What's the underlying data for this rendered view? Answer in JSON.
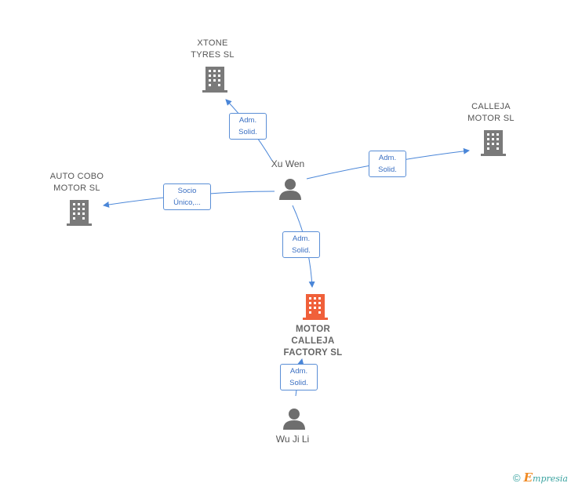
{
  "nodes": {
    "xtone": {
      "label": "XTONE\nTYRES SL"
    },
    "calleja": {
      "label": "CALLEJA\nMOTOR  SL"
    },
    "autocobo": {
      "label": "AUTO COBO\nMOTOR SL"
    },
    "main": {
      "label": "MOTOR\nCALLEJA\nFACTORY  SL"
    },
    "xuwen": {
      "label": "Xu Wen"
    },
    "wujili": {
      "label": "Wu Ji Li"
    }
  },
  "edges": {
    "xtone": "Adm.\nSolid.",
    "calleja": "Adm.\nSolid.",
    "autocobo": "Socio\nÚnico,...",
    "main": "Adm.\nSolid.",
    "wujili": "Adm.\nSolid."
  },
  "colors": {
    "company": "#7a7a7a",
    "highlight": "#f0603a",
    "edge": "#4a86d8"
  },
  "footer": {
    "copyright": "©",
    "brand_initial": "E",
    "brand_rest": "mpresia"
  }
}
